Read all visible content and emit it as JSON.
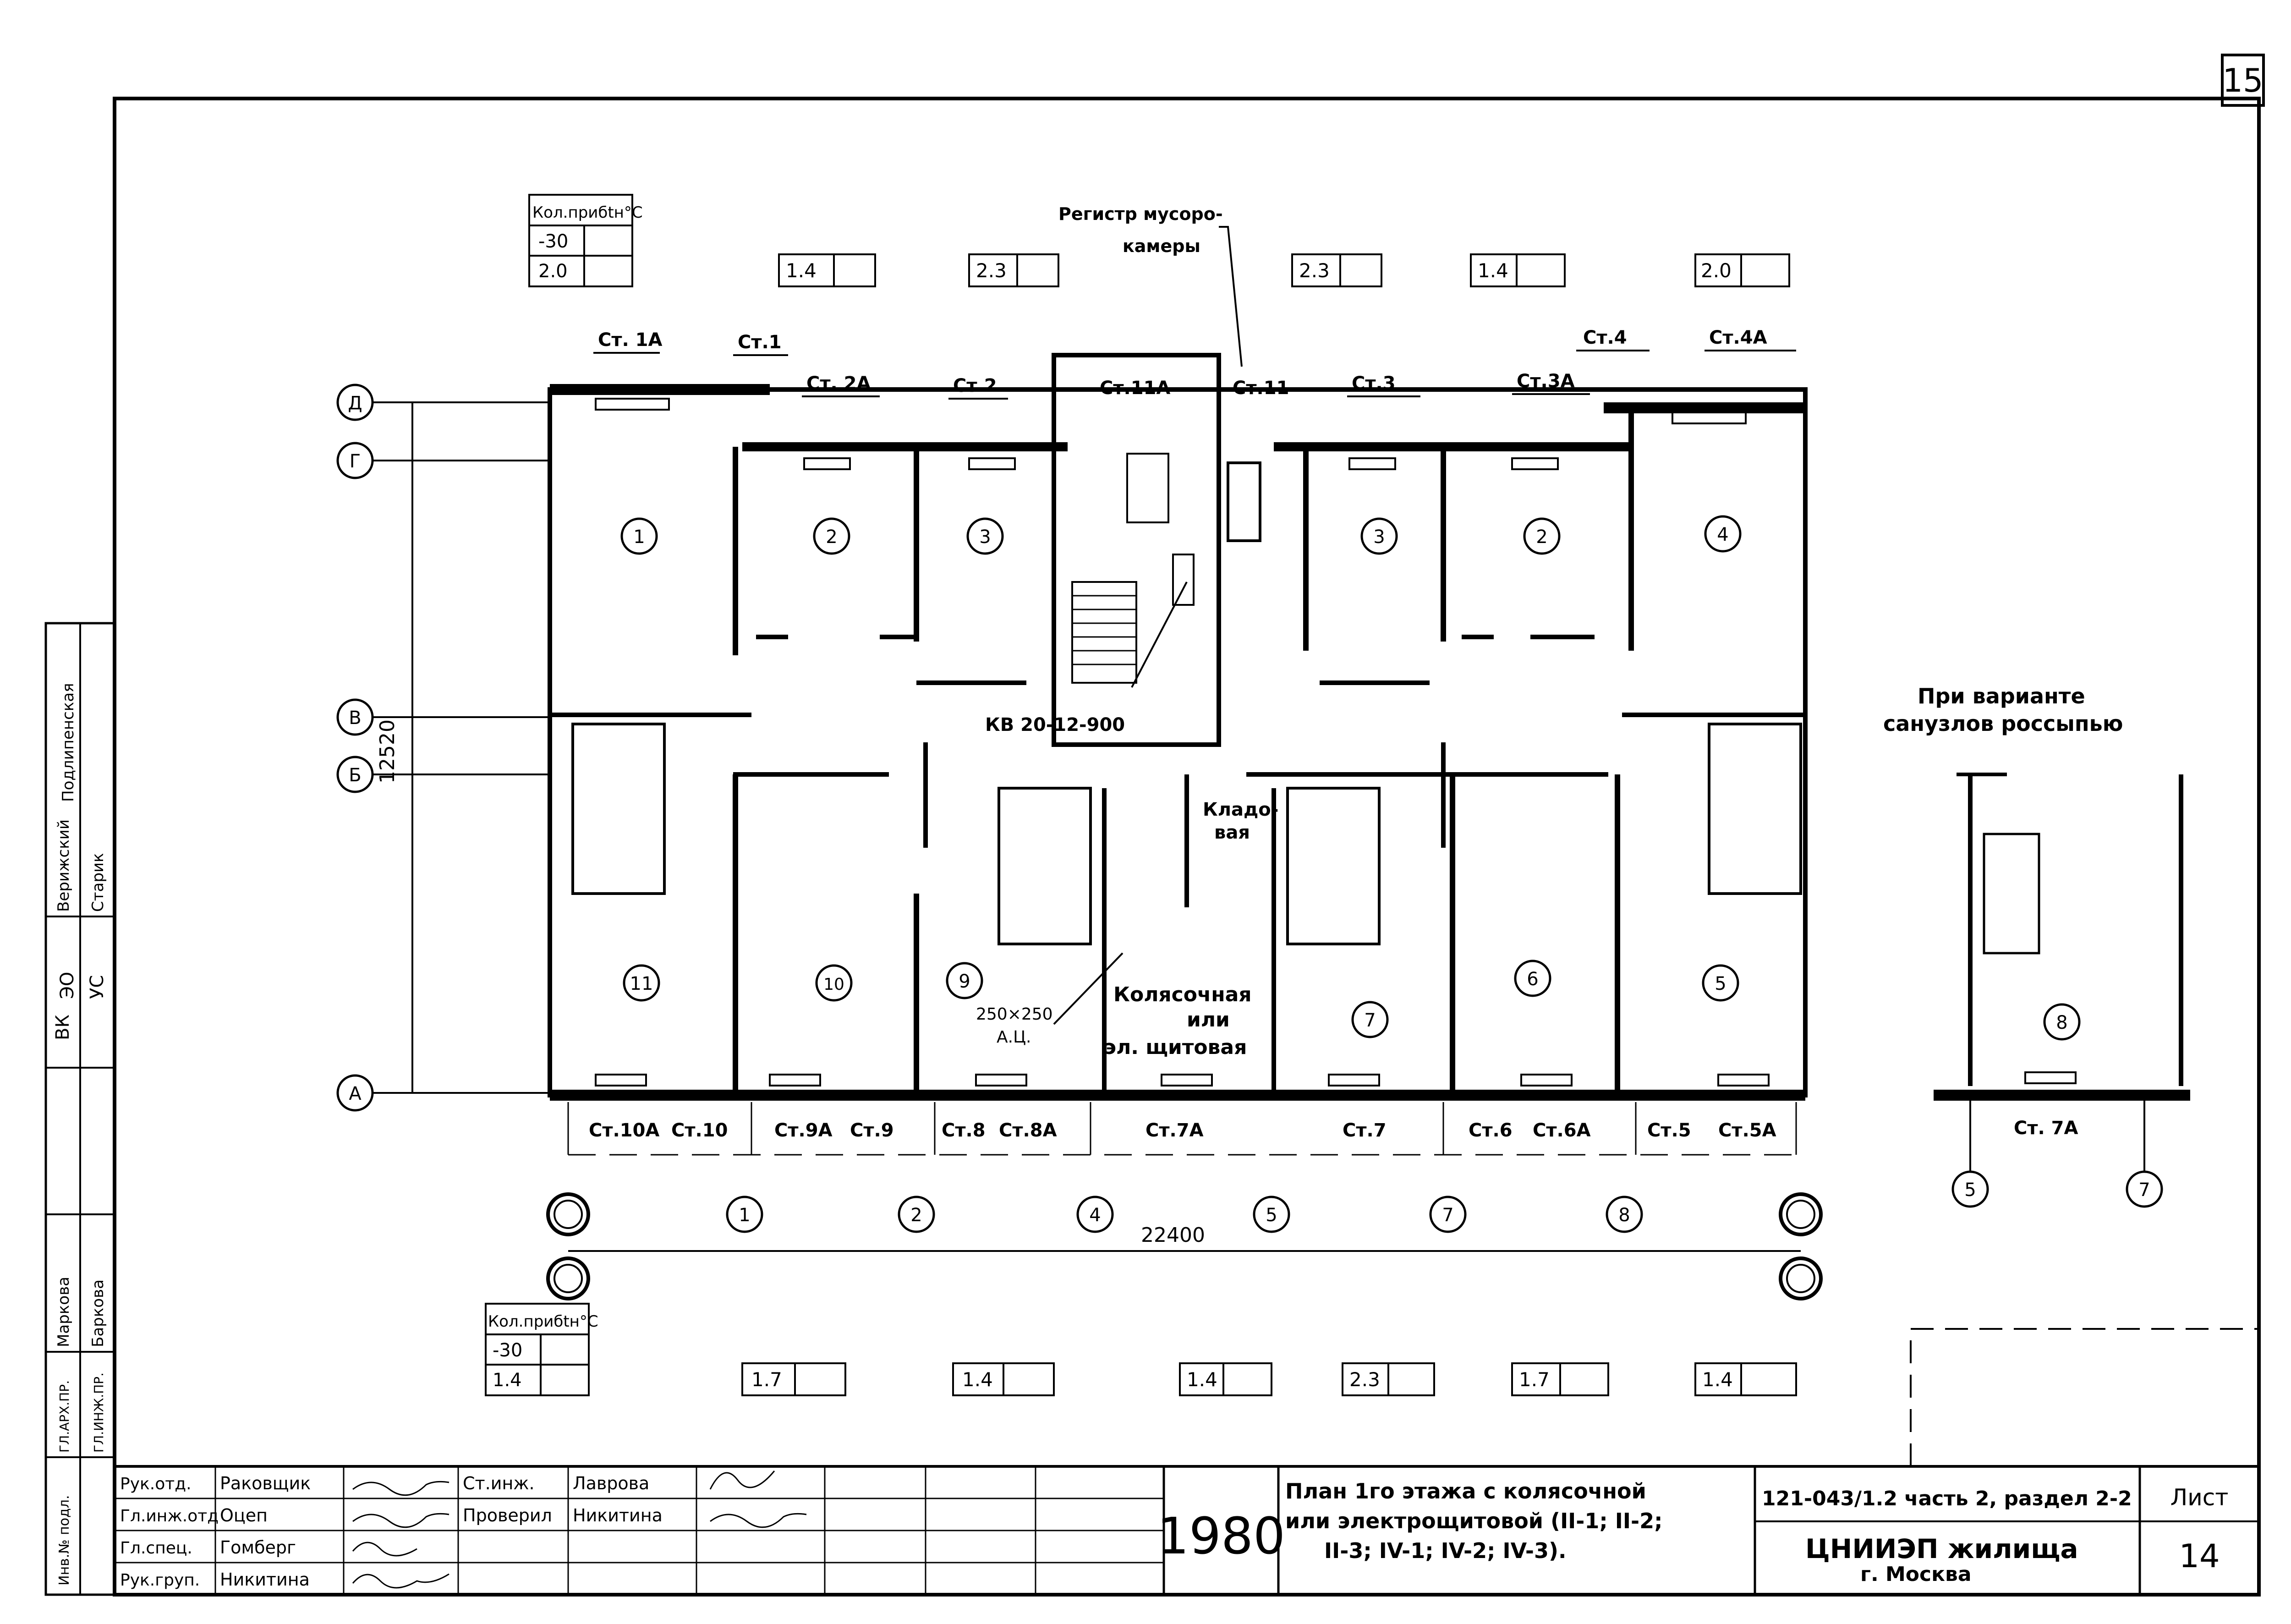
{
  "sheet_number": "15",
  "register_label": [
    "Регистр мусоро-",
    "камеры"
  ],
  "heat_table_top": {
    "header": "Кол.прибtн°С",
    "row1": "-30",
    "row2": "2.0"
  },
  "heat_table_bottom": {
    "header": "Кол.прибtн°С",
    "row1": "-30",
    "row2": "1.4"
  },
  "top_values": [
    "1.4",
    "2.3",
    "2.3",
    "1.4",
    "2.0"
  ],
  "bottom_values": [
    "1.7",
    "1.4",
    "1.4",
    "2.3",
    "1.7",
    "1.4"
  ],
  "risers_top": [
    "Ст. 1А",
    "Ст.1",
    "Ст. 2А",
    "Ст.2",
    "Ст.11А",
    "Ст.11",
    "Ст.3",
    "Ст.3А",
    "Ст.4",
    "Ст.4А"
  ],
  "risers_bottom": [
    "Ст.10А",
    "Ст.10",
    "Ст.9А",
    "Ст.9",
    "Ст.8",
    "Ст.8А",
    "Ст.7А",
    "Ст.7",
    "Ст.6",
    "Ст.6А",
    "Ст.5",
    "Ст.5А"
  ],
  "axes_rows": [
    "Д",
    "Г",
    "В",
    "Б",
    "А"
  ],
  "axes_cols": [
    "1",
    "2",
    "4",
    "5",
    "7",
    "8"
  ],
  "rooms": [
    "1",
    "2",
    "3",
    "3",
    "2",
    "4",
    "11",
    "10",
    "9",
    "7",
    "6",
    "5",
    "8"
  ],
  "dim_vertical": "12520",
  "dim_horizontal": "22400",
  "kv_label": "КВ 20-12-900",
  "storage_label": [
    "Кладо-",
    "вая"
  ],
  "stroller_label": [
    "Колясочная",
    "или",
    "эл. щитовая"
  ],
  "duct_label": [
    "250×250",
    "А.Ц."
  ],
  "variant_label": [
    "При варианте",
    "санузлов россыпью"
  ],
  "variant_riser": "Ст. 7А",
  "variant_axes": [
    "5",
    "7"
  ],
  "variant_room": "8",
  "side_stamp": {
    "roles": [
      "ВК",
      "ЭО",
      "УС",
      "ГЛ.АРХ.ПР.",
      "ГЛ.ИНЖ.ПР.",
      "Инв.№ подл."
    ],
    "names": [
      "Верижский",
      "Подлипенская",
      "Старик",
      "Маркова",
      "Баркова"
    ]
  },
  "title_block": {
    "roles": [
      "Рук.отд.",
      "Гл.инж.отд",
      "Гл.спец.",
      "Рук.груп."
    ],
    "names": [
      "Раковщик",
      "Оцеп",
      "Гомберг",
      "Никитина"
    ],
    "roles2": [
      "Ст.инж.",
      "Проверил"
    ],
    "names2": [
      "Лаврова",
      "Никитина"
    ],
    "year": "1980",
    "title_lines": [
      "План 1го этажа с колясочной",
      "или электрощитовой (II-1; II-2;",
      "II-3; IV-1; IV-2; IV-3)."
    ],
    "project_code": "121-043/1.2 часть 2, раздел 2-2",
    "org": "ЦНИИЭП жилища",
    "city": "г. Москва",
    "sheet_label": "Лист",
    "sheet_num": "14"
  }
}
